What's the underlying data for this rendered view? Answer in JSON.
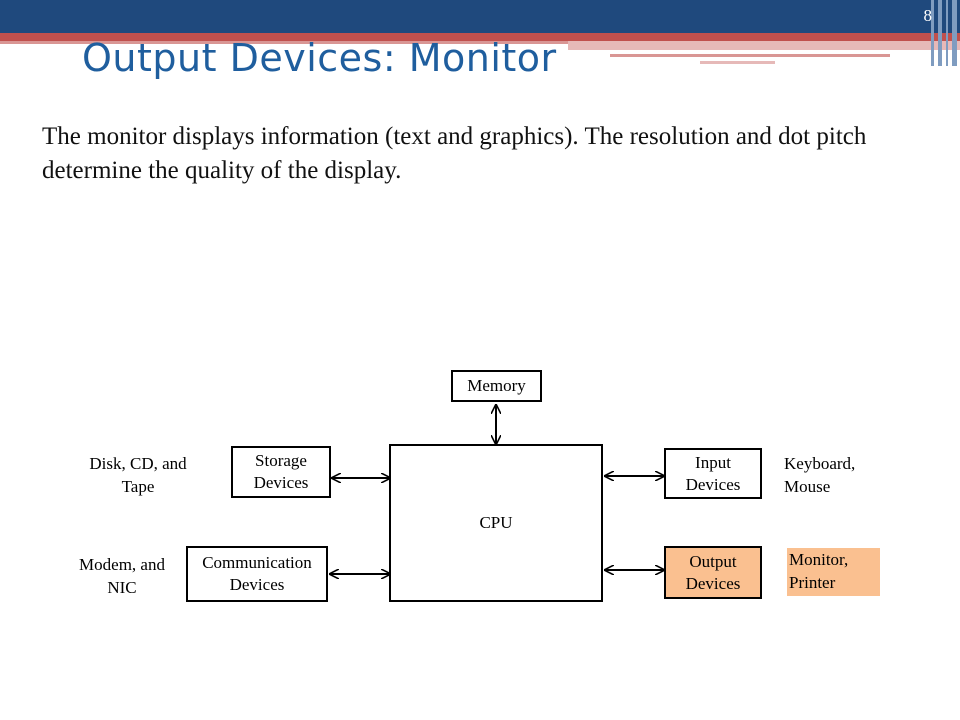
{
  "slide": {
    "number": "8",
    "title": "Output Devices: Monitor",
    "body": "The monitor displays information (text and graphics). The resolution and dot pitch determine the quality of the display."
  },
  "diagram": {
    "memory": "Memory",
    "cpu": "CPU",
    "storage": "Storage\nDevices",
    "communication": "Communication\nDevices",
    "input": "Input\nDevices",
    "output": "Output\nDevices",
    "storage_examples": "Disk, CD, and\nTape",
    "communication_examples": "Modem, and\nNIC",
    "input_examples": "Keyboard,\nMouse",
    "output_examples": "Monitor,\nPrinter"
  },
  "colors": {
    "header_blue": "#1f497d",
    "header_red": "#c0504d",
    "title": "#1f5e9e",
    "highlight": "#fac090"
  }
}
